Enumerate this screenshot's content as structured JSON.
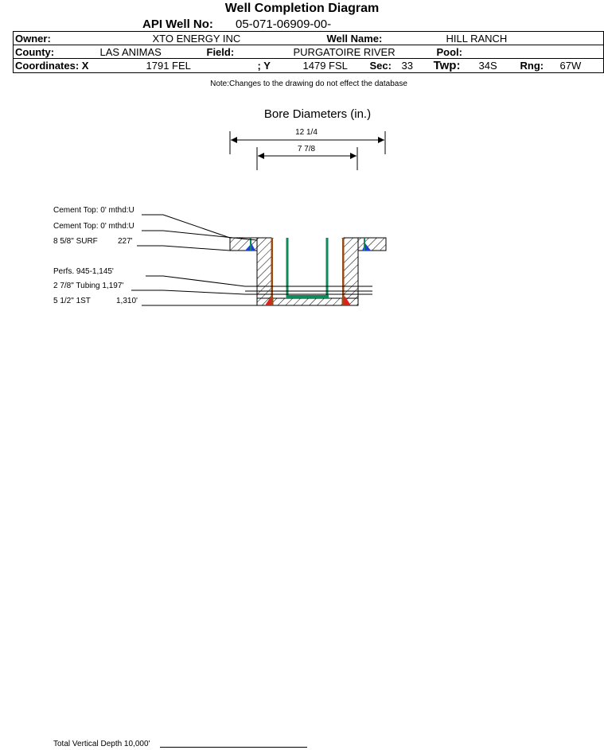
{
  "title": "Well Completion Diagram",
  "api": {
    "label": "API Well No:",
    "value": "05-071-06909-00-"
  },
  "header": {
    "owner_label": "Owner:",
    "owner": "XTO ENERGY INC",
    "well_name_label": "Well Name:",
    "well_name": "HILL RANCH",
    "county_label": "County:",
    "county": "LAS ANIMAS",
    "field_label": "Field:",
    "field": "PURGATOIRE RIVER",
    "pool_label": "Pool:",
    "pool": "",
    "coord_x_label": "Coordinates: X",
    "coord_x": "1791 FEL",
    "coord_y_label": "; Y",
    "coord_y": "1479 FSL",
    "sec_label": "Sec:",
    "sec": "33",
    "twp_label": "Twp:",
    "twp": "34S",
    "rng_label": "Rng:",
    "rng": "67W"
  },
  "note": "Note:Changes to the drawing do not effect the database",
  "bore": {
    "title": "Bore Diameters (in.)",
    "outer": "12 1/4",
    "inner": "7 7/8"
  },
  "labels": {
    "cement_top_1": "Cement Top: 0' mthd:U",
    "cement_top_2": "Cement Top: 0' mthd:U",
    "surf_casing": "8 5/8\" SURF",
    "surf_depth": "227'",
    "perfs": "Perfs. 945-1,145'",
    "tubing": "2 7/8\" Tubing 1,197'",
    "prod_casing": "5 1/2\" 1ST",
    "prod_depth": "1,310'"
  },
  "tvd": "Total Vertical Depth 10,000'",
  "colors": {
    "surf_cement": "#1f3fcf",
    "prod_cement": "#e0201a",
    "casing_brown": "#9a4a16",
    "tubing_green": "#0f8a5a"
  }
}
